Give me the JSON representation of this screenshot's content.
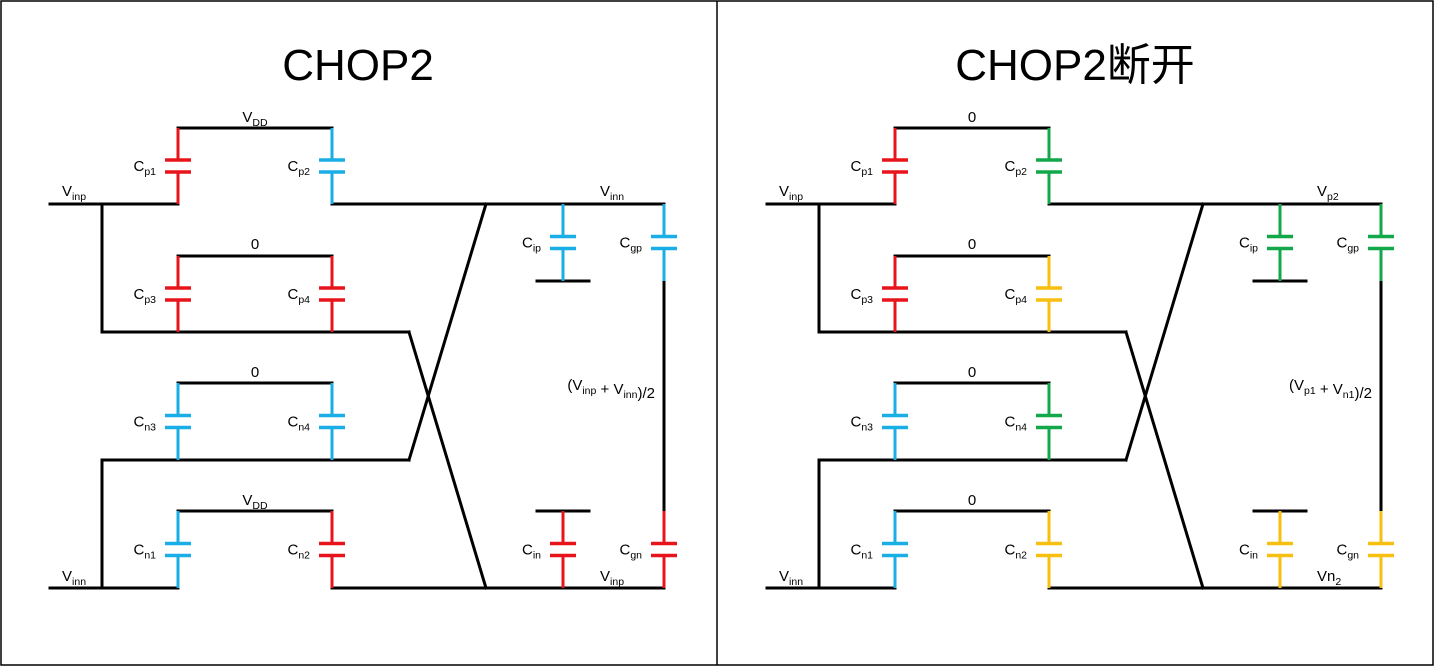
{
  "colors": {
    "red": "#e8141c",
    "blue": "#19aee6",
    "green": "#12a84a",
    "yellow": "#f7bf0f",
    "wire": "#000000"
  },
  "panels": [
    {
      "title": "CHOP2",
      "labels": {
        "vdd_top": [
          "V",
          "DD"
        ],
        "zero_a": "0",
        "zero_b": "0",
        "vdd_bot": [
          "V",
          "DD"
        ],
        "vinp_left": [
          "V",
          "inp"
        ],
        "vinn_left": [
          "V",
          "inn"
        ],
        "node_top": [
          "V",
          "inn"
        ],
        "node_bot": [
          "V",
          "inp"
        ],
        "cm": [
          [
            "(V",
            "inp"
          ],
          [
            " + V",
            "inn"
          ],
          [
            ")/2",
            ""
          ]
        ]
      },
      "caps": [
        {
          "name": "cap-cp1",
          "parts": [
            "C",
            "p1"
          ],
          "color": "red"
        },
        {
          "name": "cap-cp2",
          "parts": [
            "C",
            "p2"
          ],
          "color": "blue"
        },
        {
          "name": "cap-cp3",
          "parts": [
            "C",
            "p3"
          ],
          "color": "red"
        },
        {
          "name": "cap-cp4",
          "parts": [
            "C",
            "p4"
          ],
          "color": "red"
        },
        {
          "name": "cap-cn3",
          "parts": [
            "C",
            "n3"
          ],
          "color": "blue"
        },
        {
          "name": "cap-cn4",
          "parts": [
            "C",
            "n4"
          ],
          "color": "blue"
        },
        {
          "name": "cap-cn1",
          "parts": [
            "C",
            "n1"
          ],
          "color": "blue"
        },
        {
          "name": "cap-cn2",
          "parts": [
            "C",
            "n2"
          ],
          "color": "red"
        },
        {
          "name": "cap-cip",
          "parts": [
            "C",
            "ip"
          ],
          "color": "blue"
        },
        {
          "name": "cap-cgp",
          "parts": [
            "C",
            "gp"
          ],
          "color": "blue"
        },
        {
          "name": "cap-cin",
          "parts": [
            "C",
            "in"
          ],
          "color": "red"
        },
        {
          "name": "cap-cgn",
          "parts": [
            "C",
            "gn"
          ],
          "color": "red"
        }
      ]
    },
    {
      "title": "CHOP2断开",
      "labels": {
        "vdd_top": [
          "0",
          ""
        ],
        "zero_a": "0",
        "zero_b": "0",
        "vdd_bot": [
          "0",
          ""
        ],
        "vinp_left": [
          "V",
          "inp"
        ],
        "vinn_left": [
          "V",
          "inn"
        ],
        "node_top": [
          "V",
          "p2"
        ],
        "node_bot": [
          "Vn",
          "2"
        ],
        "cm": [
          [
            "(V",
            "p1"
          ],
          [
            " + V",
            "n1"
          ],
          [
            ")/2",
            ""
          ]
        ]
      },
      "caps": [
        {
          "name": "cap-cp1",
          "parts": [
            "C",
            "p1"
          ],
          "color": "red"
        },
        {
          "name": "cap-cp2",
          "parts": [
            "C",
            "p2"
          ],
          "color": "green"
        },
        {
          "name": "cap-cp3",
          "parts": [
            "C",
            "p3"
          ],
          "color": "red"
        },
        {
          "name": "cap-cp4",
          "parts": [
            "C",
            "p4"
          ],
          "color": "yellow"
        },
        {
          "name": "cap-cn3",
          "parts": [
            "C",
            "n3"
          ],
          "color": "blue"
        },
        {
          "name": "cap-cn4",
          "parts": [
            "C",
            "n4"
          ],
          "color": "green"
        },
        {
          "name": "cap-cn1",
          "parts": [
            "C",
            "n1"
          ],
          "color": "blue"
        },
        {
          "name": "cap-cn2",
          "parts": [
            "C",
            "n2"
          ],
          "color": "yellow"
        },
        {
          "name": "cap-cip",
          "parts": [
            "C",
            "ip"
          ],
          "color": "green"
        },
        {
          "name": "cap-cgp",
          "parts": [
            "C",
            "gp"
          ],
          "color": "green"
        },
        {
          "name": "cap-cin",
          "parts": [
            "C",
            "in"
          ],
          "color": "yellow"
        },
        {
          "name": "cap-cgn",
          "parts": [
            "C",
            "gn"
          ],
          "color": "yellow"
        }
      ]
    }
  ]
}
